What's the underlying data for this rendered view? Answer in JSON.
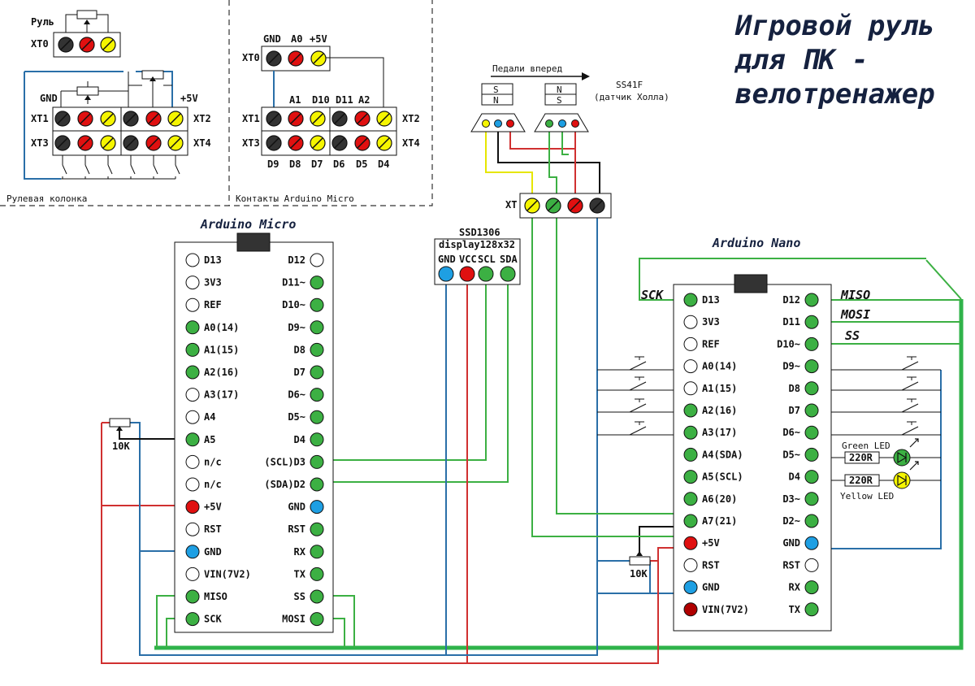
{
  "title": {
    "line1": "Игровой руль",
    "line2": "для ПК -",
    "line3": "велотренажер"
  },
  "panels": {
    "steering_column": "Рулевая колонка",
    "micro_contacts": "Контакты Arduino Micro"
  },
  "wheel": {
    "label": "Руль",
    "xt0": "XT0",
    "gnd": "GND",
    "plus5v": "+5V",
    "xt1": "XT1",
    "xt2": "XT2",
    "xt3": "XT3",
    "xt4": "XT4"
  },
  "contacts": {
    "xt0": "XT0",
    "xt1": "XT1",
    "xt2": "XT2",
    "xt3": "XT3",
    "xt4": "XT4",
    "top": [
      "GND",
      "A0",
      "+5V"
    ],
    "mid": [
      "A1",
      "D10",
      "D11",
      "A2"
    ],
    "bottom": [
      "D9",
      "D8",
      "D7",
      "D6",
      "D5",
      "D4"
    ]
  },
  "pedals": {
    "arrow_label": "Педали вперед",
    "sensor_name": "SS41F",
    "sensor_desc": "(датчик Холла)",
    "magnet1": [
      "S",
      "N"
    ],
    "magnet2": [
      "N",
      "S"
    ],
    "xt": "XT"
  },
  "display": {
    "name": "SSD1306",
    "desc": "display128x32",
    "pins": [
      "GND",
      "VCC",
      "SCL",
      "SDA"
    ]
  },
  "micro": {
    "title": "Arduino Micro",
    "left": [
      "D13",
      "3V3",
      "REF",
      "A0(14)",
      "A1(15)",
      "A2(16)",
      "A3(17)",
      "A4",
      "A5",
      "n/c",
      "n/c",
      "+5V",
      "RST",
      "GND",
      "VIN(7V2)",
      "MISO",
      "SCK"
    ],
    "right": [
      "D12",
      "D11~",
      "D10~",
      "D9~",
      "D8",
      "D7",
      "D6~",
      "D5~",
      "D4",
      "(SCL)D3",
      "(SDA)D2",
      "GND",
      "RST",
      "RX",
      "TX",
      "SS",
      "MOSI"
    ],
    "pot": "10K"
  },
  "nano": {
    "title": "Arduino Nano",
    "left": [
      "D13",
      "3V3",
      "REF",
      "A0(14)",
      "A1(15)",
      "A2(16)",
      "A3(17)",
      "A4(SDA)",
      "A5(SCL)",
      "A6(20)",
      "A7(21)",
      "+5V",
      "RST",
      "GND",
      "VIN(7V2)"
    ],
    "right": [
      "D12",
      "D11",
      "D10~",
      "D9~",
      "D8",
      "D7",
      "D6~",
      "D5~",
      "D4",
      "D3~",
      "D2~",
      "GND",
      "RST",
      "RX",
      "TX"
    ],
    "spi_left": "SCK",
    "spi_right": [
      "MISO",
      "MOSI",
      "SS"
    ],
    "r1": "220R",
    "r2": "220R",
    "green_led": "Green LED",
    "yellow_led": "Yellow LED",
    "pot": "10K"
  },
  "colors": {
    "black": "#333333",
    "red": "#e01010",
    "yellow": "#f5f500",
    "green": "#3cb043",
    "blue": "#1e9fe3",
    "white": "#ffffff",
    "darkred": "#b00000",
    "wire_blue": "#2a6fa8",
    "wire_green": "#3cb043",
    "wire_red": "#d03030",
    "wire_yellow": "#e6e600",
    "title": "#15213f"
  }
}
